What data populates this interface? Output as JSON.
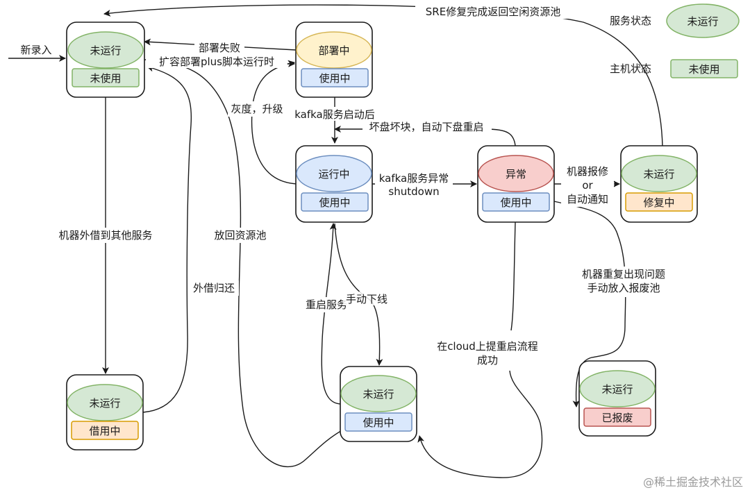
{
  "colors": {
    "service_green": "#d5e8d4",
    "service_yellow": "#fff2cc",
    "service_blue": "#dae8fc",
    "service_red": "#f8cecc",
    "host_green": "#d5e8d4",
    "host_blue": "#dae8fc",
    "host_orange": "#ffe6cc",
    "host_red": "#f8cecc"
  },
  "legend": {
    "service_label": "服务状态",
    "service_value": "未运行",
    "host_label": "主机状态",
    "host_value": "未使用"
  },
  "nodes": {
    "n1": {
      "service": "未运行",
      "host": "未使用"
    },
    "n2": {
      "service": "部署中",
      "host": "使用中"
    },
    "n3": {
      "service": "运行中",
      "host": "使用中"
    },
    "n4": {
      "service": "异常",
      "host": "使用中"
    },
    "n5": {
      "service": "未运行",
      "host": "修复中"
    },
    "n6": {
      "service": "未运行",
      "host": "借用中"
    },
    "n7": {
      "service": "未运行",
      "host": "使用中"
    },
    "n8": {
      "service": "未运行",
      "host": "已报废"
    }
  },
  "edges": {
    "new_entry": "新录入",
    "sre_repair": "SRE修复完成返回空闲资源池",
    "deploy_fail": "部署失败",
    "scale_deploy": "扩容部署plus脚本运行时",
    "gray_upgrade": "灰度，升级",
    "kafka_started": "kafka服务启动后",
    "bad_disk": "坏盘坏块，自动下盘重启",
    "kafka_abnormal_1": "kafka服务异常",
    "kafka_abnormal_2": "shutdown",
    "report_1": "机器报修",
    "report_2": "or",
    "report_3": "自动通知",
    "lend_out": "机器外借到其他服务",
    "return_pool": "放回资源池",
    "lend_return": "外借归还",
    "restart_service": "重启服务",
    "manual_offline": "手动下线",
    "cloud_restart_1": "在cloud上提重启流程",
    "cloud_restart_2": "成功",
    "repeat_issue_1": "机器重复出现问题",
    "repeat_issue_2": "手动放入报废池"
  },
  "watermark": "@稀土掘金技术社区"
}
